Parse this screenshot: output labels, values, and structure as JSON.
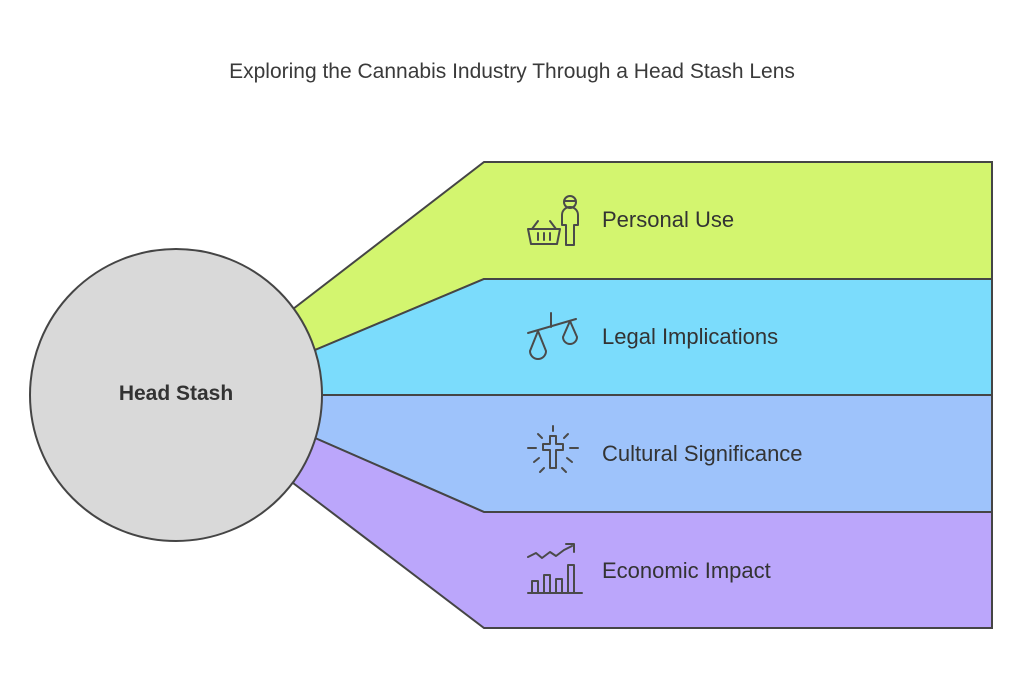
{
  "title": "Exploring the Cannabis Industry Through a Head Stash Lens",
  "center": {
    "label": "Head Stash"
  },
  "items": [
    {
      "label": "Personal Use",
      "color": "#d3f56f",
      "icon": "person-basket-icon"
    },
    {
      "label": "Legal Implications",
      "color": "#7bdcfc",
      "icon": "balance-scale-icon"
    },
    {
      "label": "Cultural Significance",
      "color": "#9ec3fb",
      "icon": "shining-cross-icon"
    },
    {
      "label": "Economic Impact",
      "color": "#bba6fb",
      "icon": "growth-chart-icon"
    }
  ],
  "colors": {
    "circle": "#d9d9d9",
    "stroke": "#454545",
    "icon_stroke": "#4a4a4a"
  }
}
